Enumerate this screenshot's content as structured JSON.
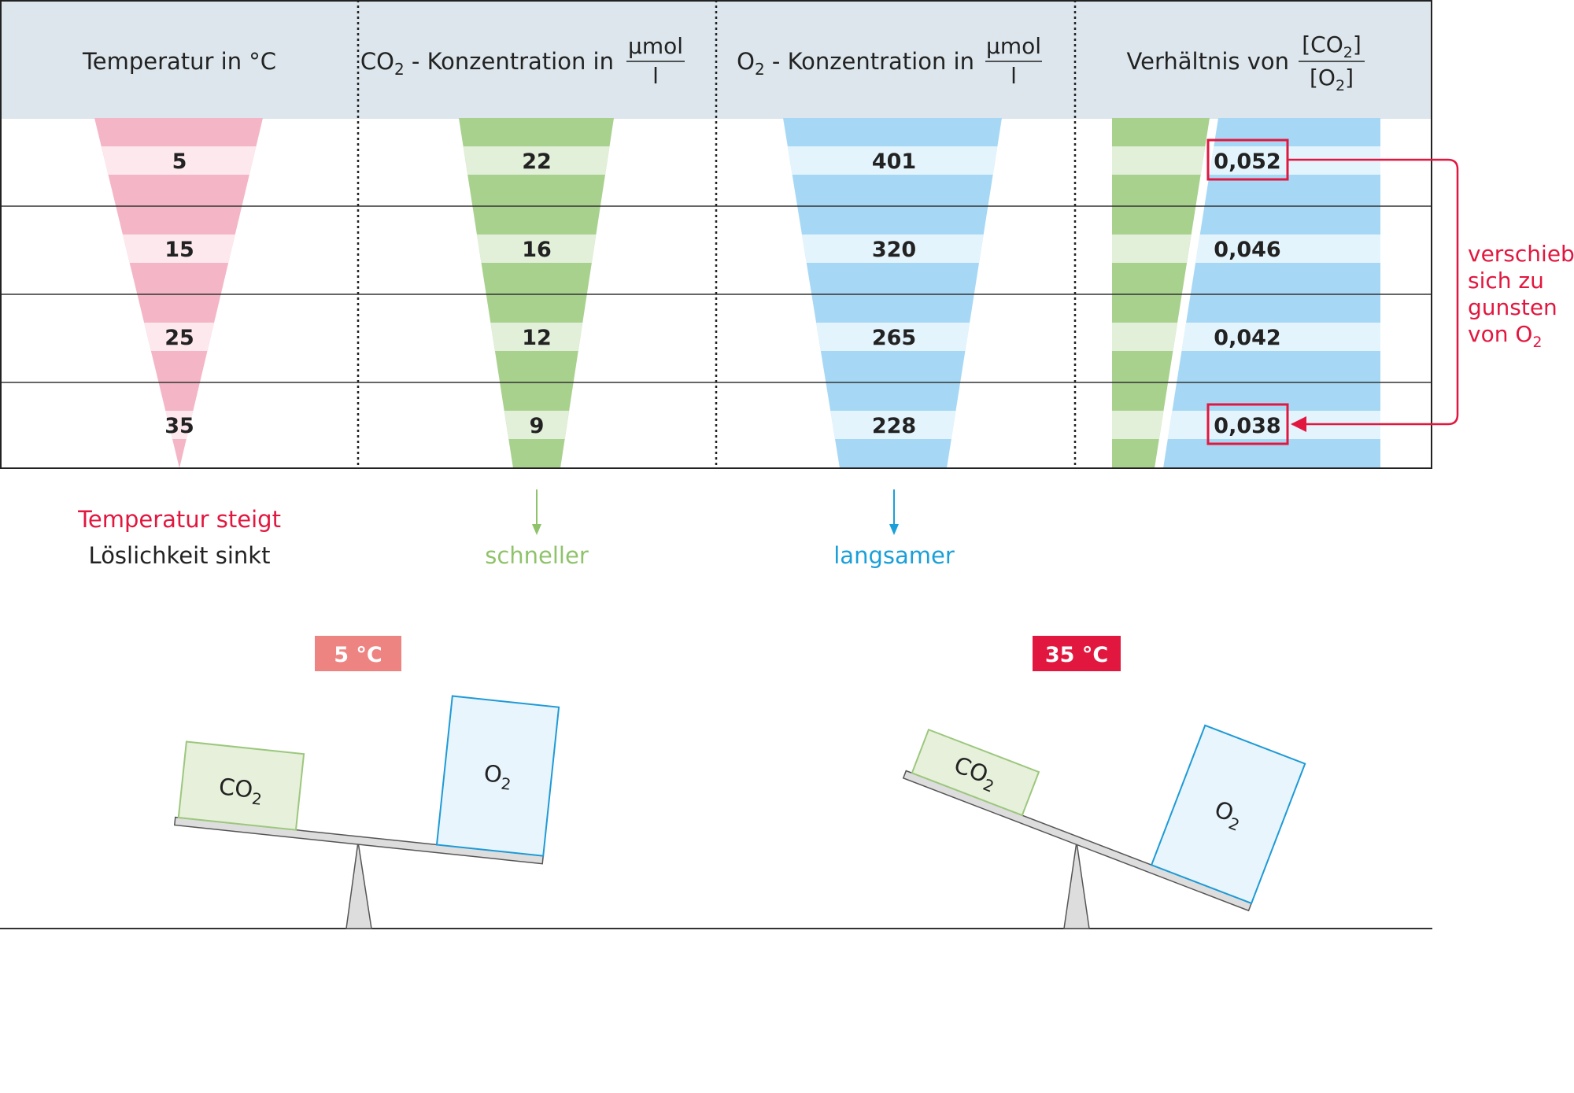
{
  "headers": {
    "temperature": "Temperatur in °C",
    "co2_prefix": "CO",
    "co2_sub": "2",
    "co2_suffix": " - Konzentration in",
    "o2_prefix": "O",
    "o2_sub": "2",
    "o2_suffix": " - Konzentration in",
    "unit_numerator": "µmol",
    "unit_denominator": "l",
    "ratio_label": "Verhältnis von",
    "ratio_num_open": "[CO",
    "ratio_num_sub": "2",
    "ratio_num_close": "]",
    "ratio_den_open": "[O",
    "ratio_den_sub": "2",
    "ratio_den_close": "]"
  },
  "rows": [
    {
      "temperature": "5",
      "co2": "22",
      "o2": "401",
      "ratio": "0,052",
      "highlighted": true
    },
    {
      "temperature": "15",
      "co2": "16",
      "o2": "320",
      "ratio": "0,046",
      "highlighted": false
    },
    {
      "temperature": "25",
      "co2": "12",
      "o2": "265",
      "ratio": "0,042",
      "highlighted": false
    },
    {
      "temperature": "35",
      "co2": "9",
      "o2": "228",
      "ratio": "0,038",
      "highlighted": true
    }
  ],
  "annotation": {
    "line1": "verschiebt",
    "line2": "sich zu",
    "line3": "gunsten",
    "line4_prefix": "von O",
    "line4_sub": "2"
  },
  "trends": {
    "temperature_rises": "Temperatur steigt",
    "solubility_falls": "Löslichkeit sinkt",
    "co2_trend": "schneller",
    "o2_trend": "langsamer"
  },
  "balances": {
    "left_label": "5 °C",
    "right_label": "35 °C",
    "co2_prefix": "CO",
    "co2_sub": "2",
    "o2_prefix": "O",
    "o2_sub": "2"
  },
  "colors": {
    "header_bg": "#dce6ec",
    "pink_dark": "#f4b6c6",
    "pink_light": "#fde8ee",
    "green_dark": "#a9d18e",
    "green_light": "#e2efd9",
    "blue_dark": "#a6d8f5",
    "blue_light": "#e4f4fd",
    "accent_red": "#e2173f",
    "salmon": "#ee8482",
    "green_text": "#8fc36b",
    "blue_text": "#1a9fd8",
    "box_green_fill": "#e6f0da",
    "box_green_stroke": "#9cc77d",
    "box_blue_fill": "#e8f5fd",
    "box_blue_stroke": "#1e9ad6",
    "plank_fill": "#dddddd",
    "text_dark": "#222222"
  }
}
